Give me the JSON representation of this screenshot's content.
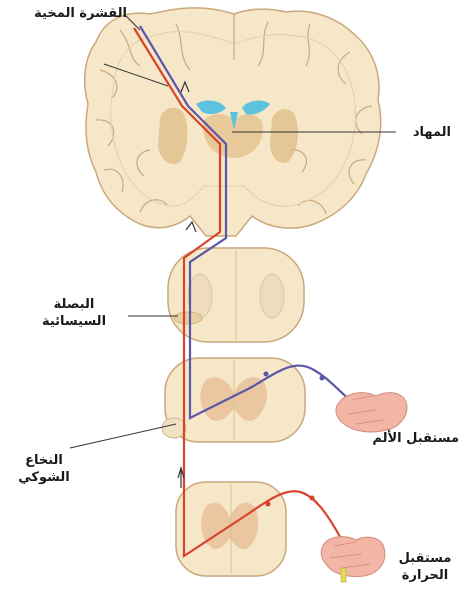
{
  "labels": {
    "cortex": "القشرة المخية",
    "thalamus": "المهاد",
    "medulla_line1": "البصلة",
    "medulla_line2": "السيسائية",
    "spinal_line1": "النخاع",
    "spinal_line2": "الشوكي",
    "pain_receptor": "مستقبل الألم",
    "heat_line1": "مستقبل",
    "heat_line2": "الحرارة"
  },
  "colors": {
    "tissue": "#f7e7c9",
    "grey_matter": "#e2c08e",
    "outline": "#c9a97c",
    "ventricle": "#5cc3dc",
    "red_pathway": "#d7442b",
    "blue_pathway": "#5b57a8",
    "skin": "#f2b6a6"
  }
}
